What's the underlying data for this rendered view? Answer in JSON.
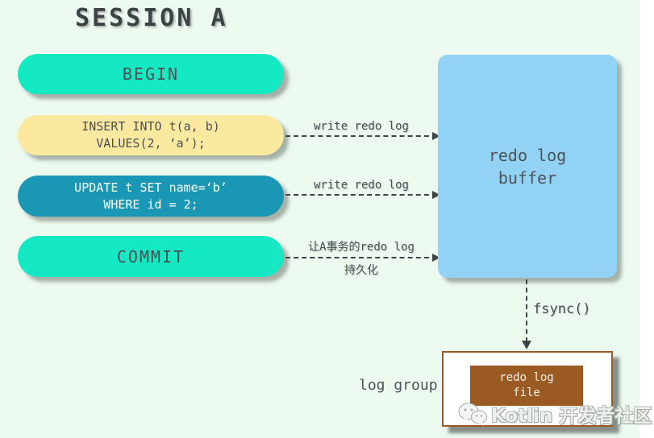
{
  "title": "SESSION A",
  "session": {
    "steps": [
      {
        "name": "begin",
        "lines": [
          "BEGIN"
        ]
      },
      {
        "name": "insert",
        "lines": [
          "INSERT INTO t(a, b)",
          "VALUES(2, ‘a’);"
        ]
      },
      {
        "name": "update",
        "lines": [
          "UPDATE t SET name=‘b’",
          "WHERE id = 2;"
        ]
      },
      {
        "name": "commit",
        "lines": [
          "COMMIT"
        ]
      }
    ]
  },
  "arrows": {
    "insert_to_buffer": {
      "label": "write redo log"
    },
    "update_to_buffer": {
      "label": "write redo log"
    },
    "commit_to_buffer": {
      "label_top": "让A事务的redo log",
      "label_bottom": "持久化"
    },
    "buffer_to_file": {
      "label": "fsync()"
    }
  },
  "buffer_box": {
    "lines": [
      "redo log",
      "buffer"
    ]
  },
  "log_group": {
    "label": "log group",
    "file": {
      "lines": [
        "redo log",
        "file"
      ]
    }
  },
  "watermark": {
    "text": "Kotlin 开发者社区",
    "icon": "wechat-icon"
  },
  "colors": {
    "background": "#edfaf0",
    "begin_commit_pill": "#15e9c4",
    "insert_pill": "#fbe9a0",
    "update_pill": "#1a97b4",
    "buffer_box": "#92d3f5",
    "file_box_brown": "#9a5a22",
    "file_border_brown": "#9c5a28",
    "arrow_dark": "#3f4448",
    "text_dark": "#4a5054"
  }
}
